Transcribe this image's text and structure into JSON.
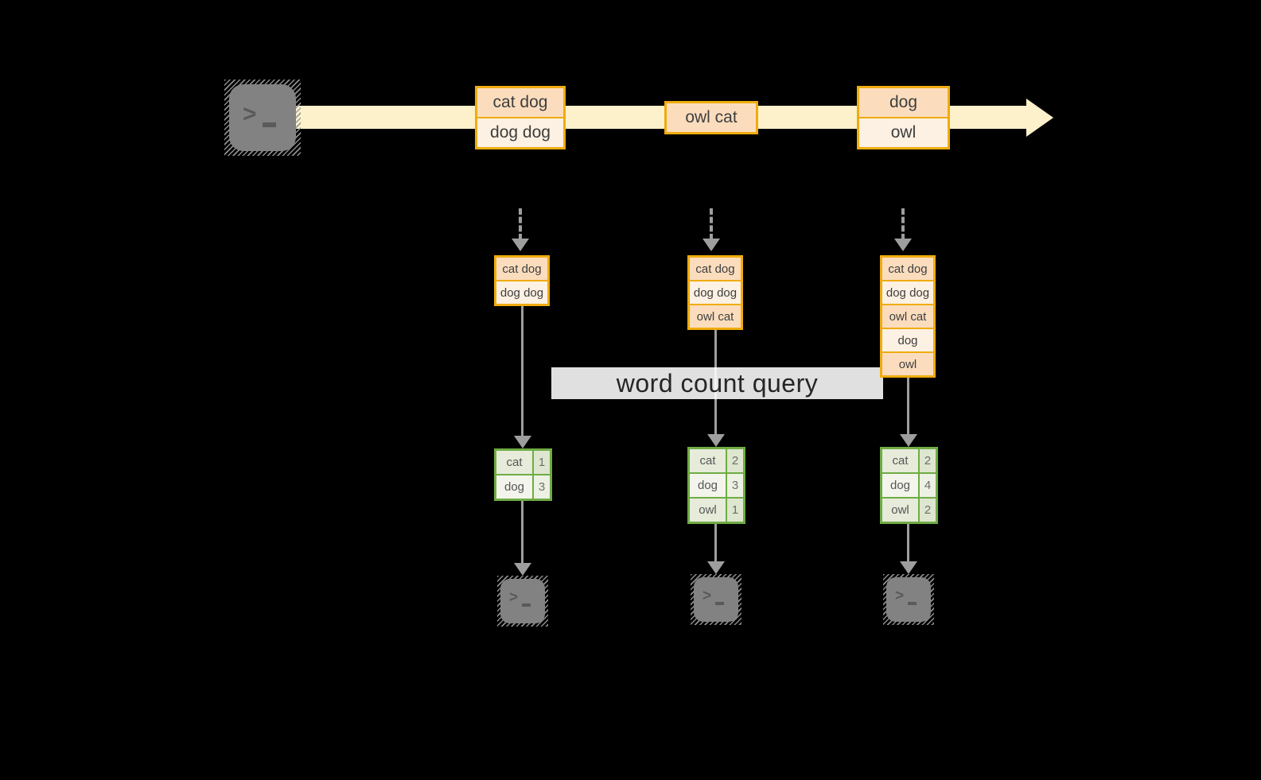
{
  "query_label": "word count query",
  "stream": {
    "source": "terminal-icon",
    "batches": [
      {
        "items": [
          "cat dog",
          "dog dog"
        ]
      },
      {
        "items": [
          "owl cat"
        ]
      },
      {
        "items": [
          "dog",
          "owl"
        ]
      }
    ]
  },
  "workers": [
    {
      "buffer": [
        "cat dog",
        "dog dog"
      ],
      "counts": [
        {
          "word": "cat",
          "count": "1"
        },
        {
          "word": "dog",
          "count": "3"
        }
      ]
    },
    {
      "buffer": [
        "cat dog",
        "dog dog",
        "owl cat"
      ],
      "counts": [
        {
          "word": "cat",
          "count": "2"
        },
        {
          "word": "dog",
          "count": "3"
        },
        {
          "word": "owl",
          "count": "1"
        }
      ]
    },
    {
      "buffer": [
        "cat dog",
        "dog dog",
        "owl cat",
        "dog",
        "owl"
      ],
      "counts": [
        {
          "word": "cat",
          "count": "2"
        },
        {
          "word": "dog",
          "count": "4"
        },
        {
          "word": "owl",
          "count": "2"
        }
      ]
    }
  ],
  "colors": {
    "background": "#000000",
    "stream_yellow": "#FCF1CB",
    "amber_border": "#EFAC0D",
    "peach_fill": "#FBDDBE",
    "cream_fill": "#FDF1E3",
    "green_border": "#6FAC44",
    "green_cell": "#E6EBDA",
    "green_cell_light": "#F3F5ED",
    "arrow_gray": "#9E9E9E",
    "terminal_gray": "#828282"
  }
}
